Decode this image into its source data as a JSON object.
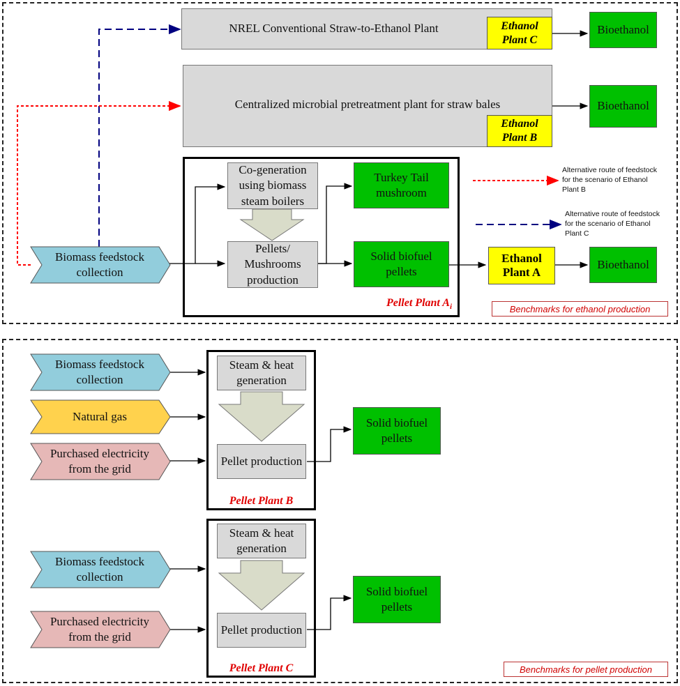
{
  "top": {
    "plant_c_process": "NREL Conventional Straw-to-Ethanol Plant",
    "plant_c_label": "Ethanol Plant C",
    "plant_b_process": "Centralized microbial pretreatment plant for straw bales",
    "plant_b_label": "Ethanol Plant B",
    "bioethanol": "Bioethanol",
    "cogeneration": "Co-generation using biomass steam boilers",
    "pellets_mushrooms": "Pellets/ Mushrooms production",
    "turkey_tail": "Turkey Tail mushroom",
    "solid_biofuel": "Solid biofuel pellets",
    "plant_a_label": "Ethanol Plant A",
    "feedstock": "Biomass feedstock collection",
    "pellet_plant_a": "Pellet Plant A",
    "pellet_plant_a_sub": "i",
    "legend_red": "Alternative route of feedstock for the scenario of Ethanol Plant B",
    "legend_blue": "Alternative route of feedstock for the scenario of Ethanol Plant C",
    "benchmark": "Benchmarks for ethanol production"
  },
  "bottom": {
    "feedstock": "Biomass feedstock collection",
    "natural_gas": "Natural gas",
    "electricity": "Purchased electricity from the grid",
    "steam_heat": "Steam & heat generation",
    "pellet_production": "Pellet production",
    "solid_biofuel": "Solid biofuel pellets",
    "pellet_plant_b": "Pellet Plant B",
    "pellet_plant_c": "Pellet Plant C",
    "benchmark": "Benchmarks for pellet production"
  },
  "colors": {
    "green": "#00c000",
    "yellow": "#ffff00",
    "grey": "#d9d9d9",
    "blue_chevron": "#92cddc",
    "gold_chevron": "#ffd24d",
    "pink_chevron": "#e6b8b7",
    "red_route": "#ff0000",
    "blue_route": "#000080"
  }
}
